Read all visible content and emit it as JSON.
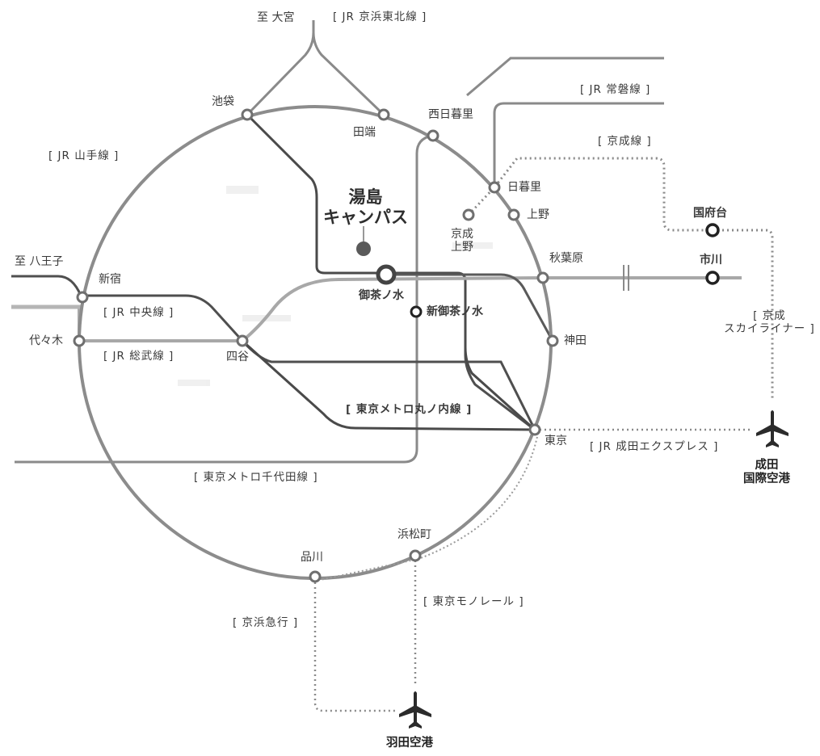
{
  "campus": {
    "name": "湯島\nキャンパス"
  },
  "stations": {
    "ikebukuro": "池袋",
    "tabata": "田端",
    "nishinippori": "西日暮里",
    "nippori": "日暮里",
    "ueno": "上野",
    "keisei_ueno": "京成\n上野",
    "akihabara": "秋葉原",
    "ochanomizu": "御茶ノ水",
    "shin_ochanomizu": "新御茶ノ水",
    "kanda": "神田",
    "tokyo": "東京",
    "shinjuku": "新宿",
    "yoyogi": "代々木",
    "yotsuya": "四谷",
    "shinagawa": "品川",
    "hamamatsucho": "浜松町",
    "konodai": "国府台",
    "ichikawa": "市川"
  },
  "destinations": {
    "omiya": "至 大宮",
    "hachioji": "至 八王子"
  },
  "lines": {
    "keihin_tohoku": "[ JR 京浜東北線 ]",
    "joban": "[ JR 常磐線 ]",
    "keisei": "[ 京成線 ]",
    "yamanote": "[ JR 山手線 ]",
    "chuo": "[ JR 中央線 ]",
    "sobu": "[ JR 総武線 ]",
    "marunouchi": "[ 東京メトロ丸ノ内線 ]",
    "chiyoda": "[ 東京メトロ千代田線 ]",
    "narita_express": "[ JR 成田エクスプレス ]",
    "skyliner": "[ 京成\nスカイライナー ]",
    "monorail": "[ 東京モノレール ]",
    "keikyu": "[ 京浜急行 ]"
  },
  "airports": {
    "narita": "成田\n国際空港",
    "haneda": "羽田空港"
  },
  "colors": {
    "loop": "#8c8c8c",
    "dark_line": "#4a4a4a",
    "mid_line": "#6f6f6f",
    "light_line": "#a8a8a8",
    "station_fill": "#ffffff",
    "campus_dot": "#555555",
    "airplane": "#2b2b2b"
  }
}
